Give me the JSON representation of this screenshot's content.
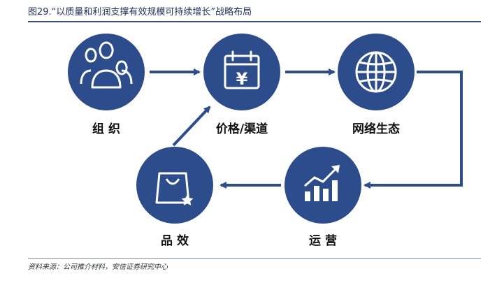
{
  "title": "图29.“以质量和利润支撑有效规模可持续增长”战略布局",
  "source": "资料来源：公司推介材料，安信证券研究中心",
  "colors": {
    "node": "#2c4c8c",
    "arrow": "#2c4c8c",
    "rule": "#3f4f7a"
  },
  "nodes": [
    {
      "id": "org",
      "label": "组 织",
      "icon": "people-icon"
    },
    {
      "id": "price",
      "label": "价格/渠道",
      "icon": "yuan-calendar-icon"
    },
    {
      "id": "network",
      "label": "网络生态",
      "icon": "globe-icon"
    },
    {
      "id": "ops",
      "label": "运 营",
      "icon": "growth-chart-icon"
    },
    {
      "id": "quality",
      "label": "品 效",
      "icon": "shopping-bag-icon"
    }
  ]
}
